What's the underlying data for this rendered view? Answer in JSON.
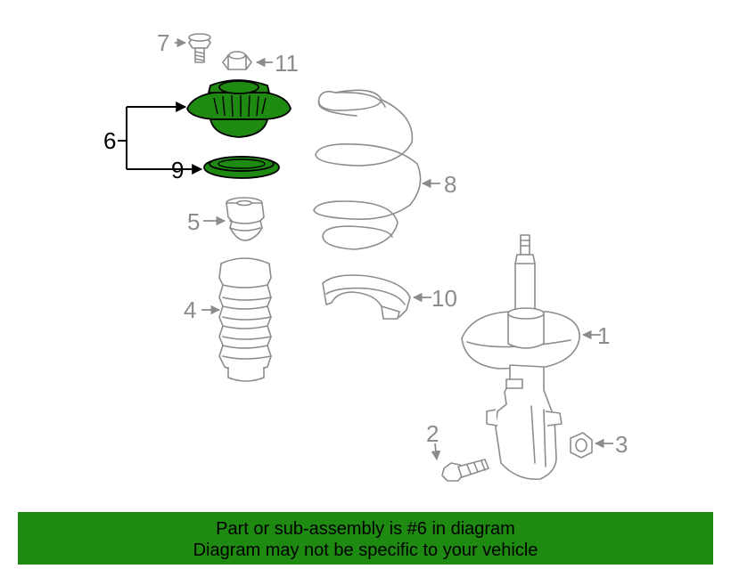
{
  "callouts": {
    "c1": "1",
    "c2": "2",
    "c3": "3",
    "c4": "4",
    "c5": "5",
    "c6": "6",
    "c7": "7",
    "c8": "8",
    "c9": "9",
    "c10": "10",
    "c11": "11"
  },
  "highlighted_part": "6",
  "colors": {
    "highlight": "#1f8a12",
    "outline": "#8c8c8c",
    "banner": "#1f8a12"
  },
  "banner": {
    "line1": "Part or sub-assembly is #6 in diagram",
    "line2": "Diagram may not be specific to your vehicle"
  }
}
